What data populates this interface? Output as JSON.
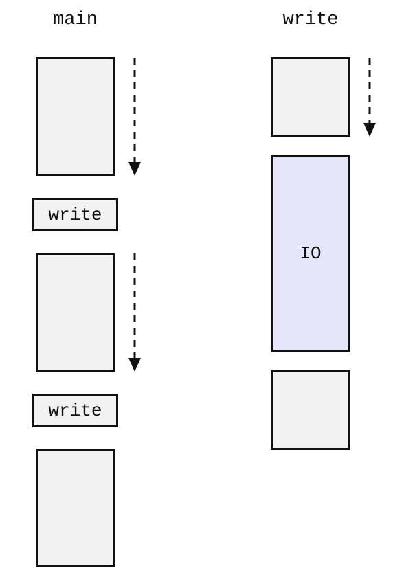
{
  "columns": {
    "main": {
      "title": "main",
      "calls": [
        "write",
        "write"
      ]
    },
    "write": {
      "title": "write",
      "io_label": "IO",
      "io_color": "#e6e6fa"
    }
  },
  "colors": {
    "block_fill": "#f2f2f2",
    "stroke": "#111111",
    "background": "#ffffff"
  }
}
